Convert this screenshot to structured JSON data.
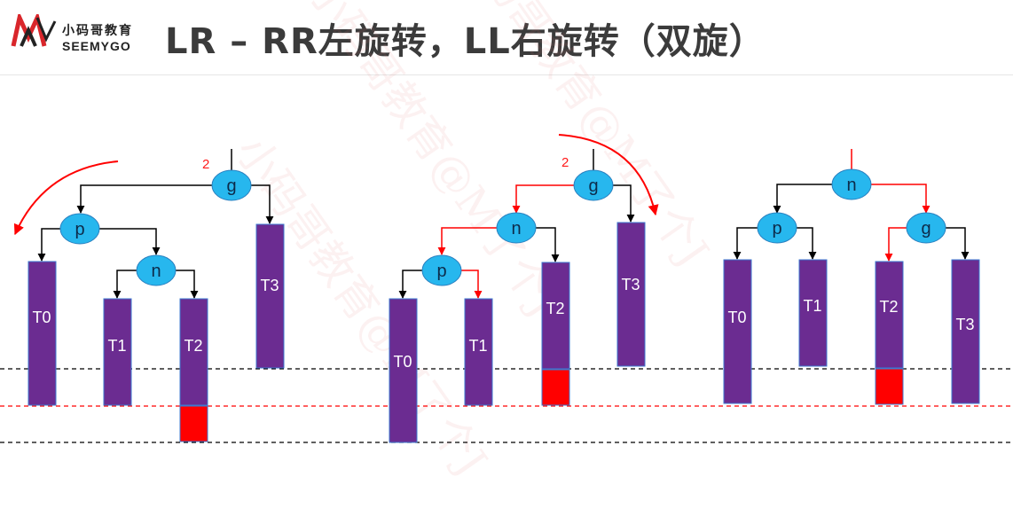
{
  "header": {
    "logo_cn": "小码哥教育",
    "logo_en": "SEEMYGO",
    "title": "LR – RR左旋转，LL右旋转（双旋）"
  },
  "colors": {
    "node_fill": "#27b7ee",
    "subtree_fill": "#6b2c91",
    "subtree_border": "#3c79d0",
    "red": "#ff0000",
    "black": "#000000",
    "title": "#3b3b3b"
  },
  "diagram": {
    "panel1": {
      "height": "2",
      "g": "g",
      "p": "p",
      "n": "n",
      "T0": "T0",
      "T1": "T1",
      "T2": "T2",
      "T3": "T3"
    },
    "panel2": {
      "height": "2",
      "g": "g",
      "p": "p",
      "n": "n",
      "T0": "T0",
      "T1": "T1",
      "T2": "T2",
      "T3": "T3"
    },
    "panel3": {
      "n": "n",
      "p": "p",
      "g": "g",
      "T0": "T0",
      "T1": "T1",
      "T2": "T2",
      "T3": "T3"
    }
  },
  "watermark": "小码哥教育@M了个J"
}
